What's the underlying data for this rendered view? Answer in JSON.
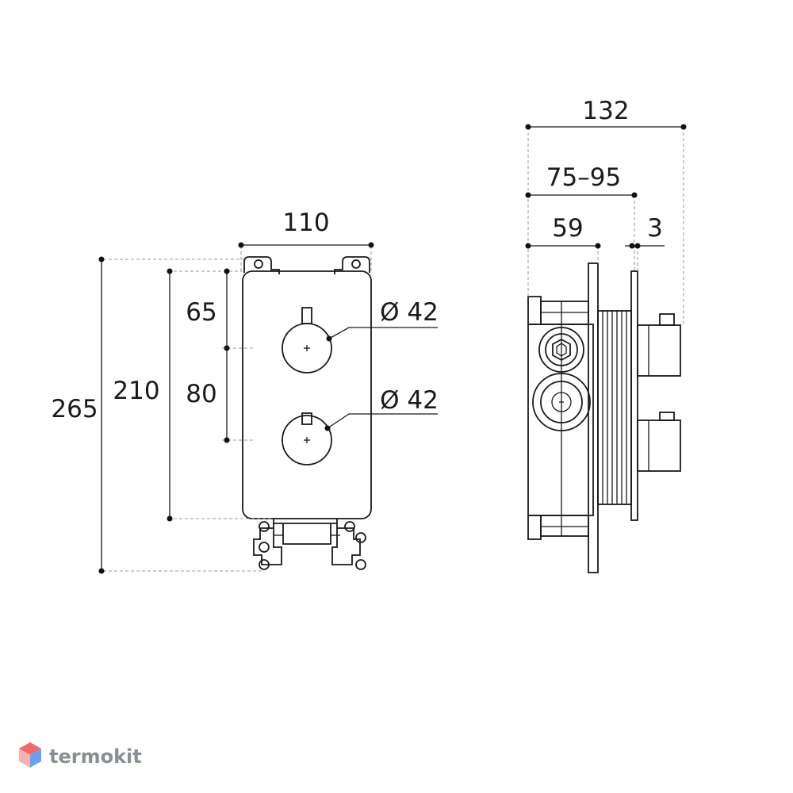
{
  "front_view": {
    "width": "110",
    "total_height": "265",
    "plate_height": "210",
    "top_to_knob": "65",
    "knob_spacing": "80",
    "knob_1_diameter": "Ø 42",
    "knob_2_diameter": "Ø 42"
  },
  "side_view": {
    "total_depth": "132",
    "adjustable_depth": "75–95",
    "body_depth": "59",
    "plate_thickness": "3"
  },
  "watermark": {
    "text": "termokit",
    "colors": {
      "top": "#f06a6a",
      "left": "#f5b1b1",
      "right": "#6aa0f0"
    }
  }
}
